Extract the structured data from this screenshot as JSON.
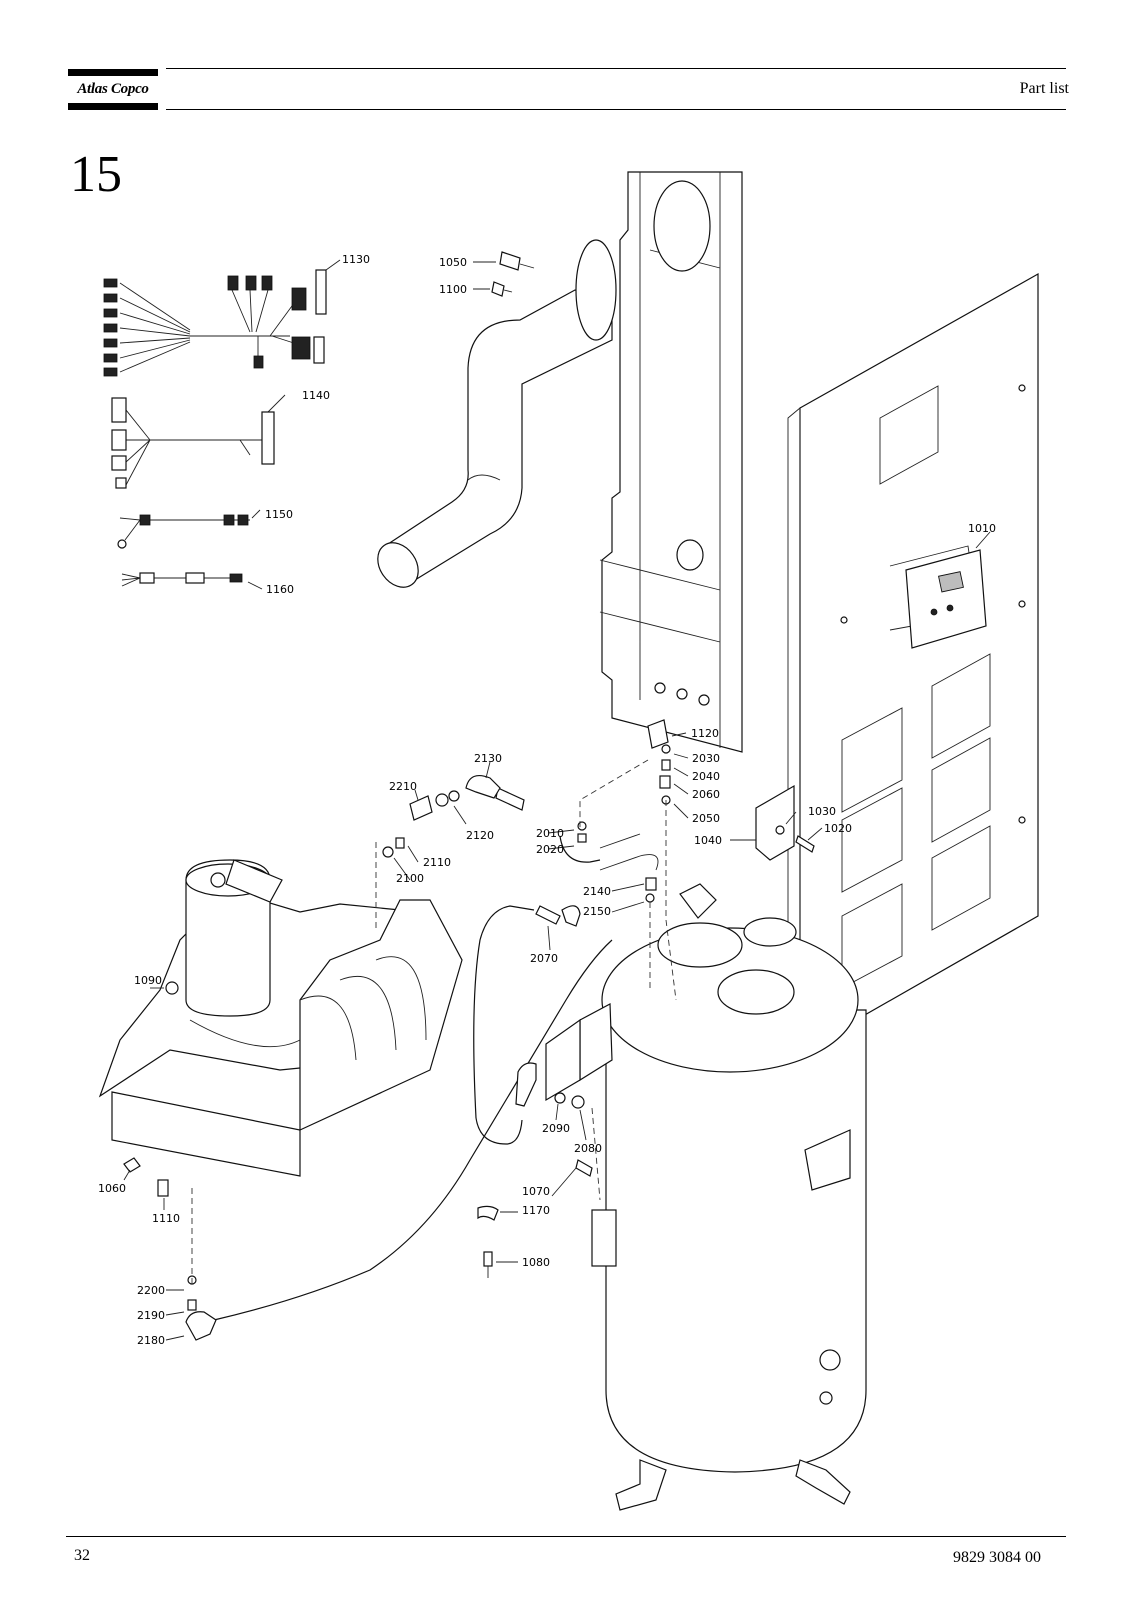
{
  "header": {
    "logo_text": "Atlas Copco",
    "title": "Part list"
  },
  "section_number": "15",
  "callouts": [
    {
      "id": "c1130",
      "text": "1130"
    },
    {
      "id": "c1140",
      "text": "1140"
    },
    {
      "id": "c1150",
      "text": "1150"
    },
    {
      "id": "c1160",
      "text": "1160"
    },
    {
      "id": "c1050",
      "text": "1050"
    },
    {
      "id": "c1100",
      "text": "1100"
    },
    {
      "id": "c1010",
      "text": "1010"
    },
    {
      "id": "c1120",
      "text": "1120"
    },
    {
      "id": "c2030",
      "text": "2030"
    },
    {
      "id": "c2040",
      "text": "2040"
    },
    {
      "id": "c2060",
      "text": "2060"
    },
    {
      "id": "c2050",
      "text": "2050"
    },
    {
      "id": "c2130",
      "text": "2130"
    },
    {
      "id": "c2210",
      "text": "2210"
    },
    {
      "id": "c2120",
      "text": "2120"
    },
    {
      "id": "c2010",
      "text": "2010"
    },
    {
      "id": "c2020",
      "text": "2020"
    },
    {
      "id": "c1030",
      "text": "1030"
    },
    {
      "id": "c1020",
      "text": "1020"
    },
    {
      "id": "c1040",
      "text": "1040"
    },
    {
      "id": "c2110",
      "text": "2110"
    },
    {
      "id": "c2100",
      "text": "2100"
    },
    {
      "id": "c2140",
      "text": "2140"
    },
    {
      "id": "c2150",
      "text": "2150"
    },
    {
      "id": "c2070",
      "text": "2070"
    },
    {
      "id": "c1090",
      "text": "1090"
    },
    {
      "id": "c2090",
      "text": "2090"
    },
    {
      "id": "c2080",
      "text": "2080"
    },
    {
      "id": "c1060",
      "text": "1060"
    },
    {
      "id": "c1110",
      "text": "1110"
    },
    {
      "id": "c1070",
      "text": "1070"
    },
    {
      "id": "c1170",
      "text": "1170"
    },
    {
      "id": "c1080",
      "text": "1080"
    },
    {
      "id": "c2200",
      "text": "2200"
    },
    {
      "id": "c2190",
      "text": "2190"
    },
    {
      "id": "c2180",
      "text": "2180"
    }
  ],
  "footer": {
    "page_number": "32",
    "doc_number": "9829 3084 00"
  }
}
